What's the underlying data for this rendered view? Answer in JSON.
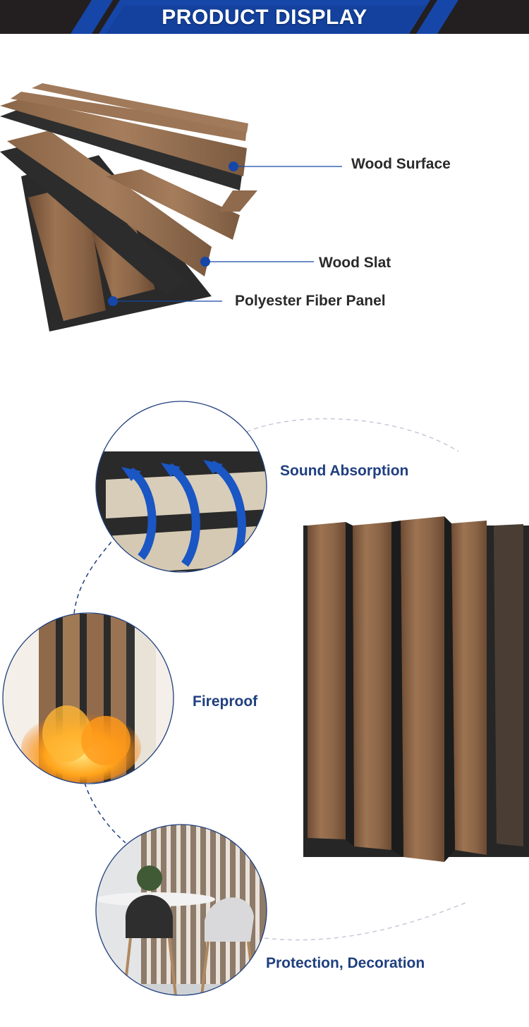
{
  "header": {
    "title": "PRODUCT DISPLAY"
  },
  "colors": {
    "accent": "#1646a8",
    "header_bg": "#231f20",
    "label_dark": "#2a2a2a",
    "label_blue": "#1f3f7f"
  },
  "layers": [
    {
      "label": "Wood Surface"
    },
    {
      "label": "Wood Slat"
    },
    {
      "label": "Polyester Fiber Panel"
    }
  ],
  "features": [
    {
      "label": "Sound Absorption",
      "icon": "sound-wave-icon"
    },
    {
      "label": "Fireproof",
      "icon": "flame-icon"
    },
    {
      "label": "Protection, Decoration",
      "icon": "room-icon"
    }
  ]
}
